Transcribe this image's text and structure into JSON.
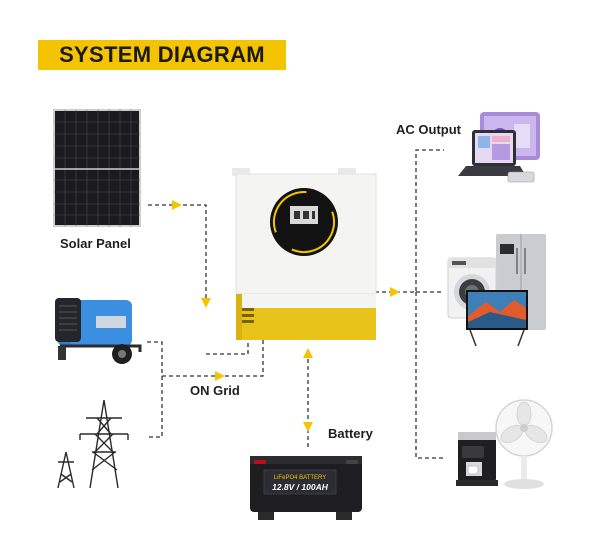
{
  "title": "SYSTEM DIAGRAM",
  "labels": {
    "solar_panel": "Solar Panel",
    "on_grid": "ON Grid",
    "battery": "Battery",
    "ac_output": "AC Output"
  },
  "battery_text": {
    "line1": "LiFePO4 BATTERY",
    "line2": "12.8V / 100AH"
  },
  "colors": {
    "accent": "#f5c400",
    "arrow": "#f5c400",
    "line": "#333333"
  },
  "icons": [
    "solar-panel-icon",
    "generator-icon",
    "power-tower-icon",
    "inverter-icon",
    "battery-icon",
    "laptop-icon",
    "refrigerator-icon",
    "washing-machine-icon",
    "television-icon",
    "coffee-machine-icon",
    "fan-icon"
  ]
}
